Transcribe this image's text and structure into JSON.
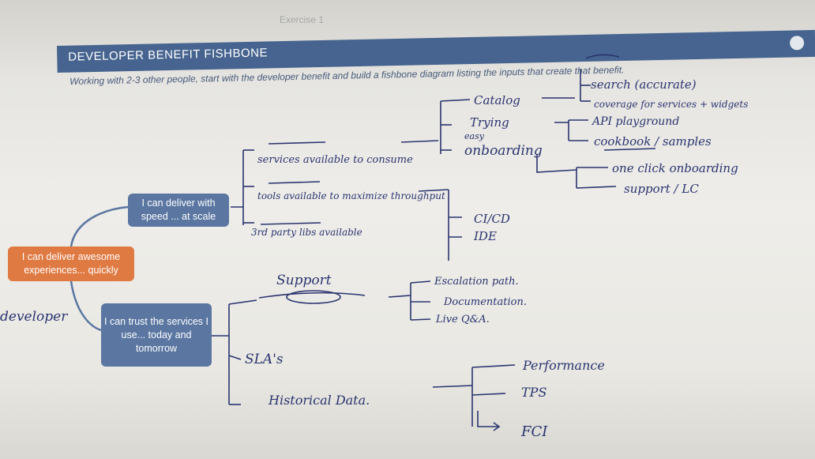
{
  "exercise_label": "Exercise 1",
  "header": {
    "title": "DEVELOPER BENEFIT FISHBONE"
  },
  "instructions": "Working with 2-3 other people, start with the developer benefit and build a fishbone diagram listing the inputs that create that benefit.",
  "nodes": {
    "root": "I can deliver awesome experiences... quickly",
    "branch1": "I can deliver with speed ... at scale",
    "branch2": "I can trust the services I use... today and tomorrow"
  },
  "handwriting": {
    "developer": "developer",
    "services_available": "services available to consume",
    "tools_available": "tools available to maximize throughput",
    "third_party": "3rd party libs available",
    "catalog": "Catalog",
    "trying": "Trying",
    "easy": "easy",
    "onboarding": "onboarding",
    "search": "search (accurate)",
    "coverage": "coverage for services + widgets",
    "api_playground": "API playground",
    "cookbook": "cookbook / samples",
    "one_click": "one click onboarding",
    "support_lc": "support / LC",
    "cicd": "CI/CD",
    "ide": "IDE",
    "support": "Support",
    "escalation": "Escalation path.",
    "documentation": "Documentation.",
    "live_qa": "Live Q&A.",
    "slas": "SLA's",
    "historical": "Historical Data.",
    "performance": "Performance",
    "tps": "TPS",
    "fci": "FCI"
  },
  "colors": {
    "header_bar": "#46648f",
    "node_blue": "#5a76a1",
    "node_orange": "#e07a43",
    "ink": "#2a3470"
  }
}
